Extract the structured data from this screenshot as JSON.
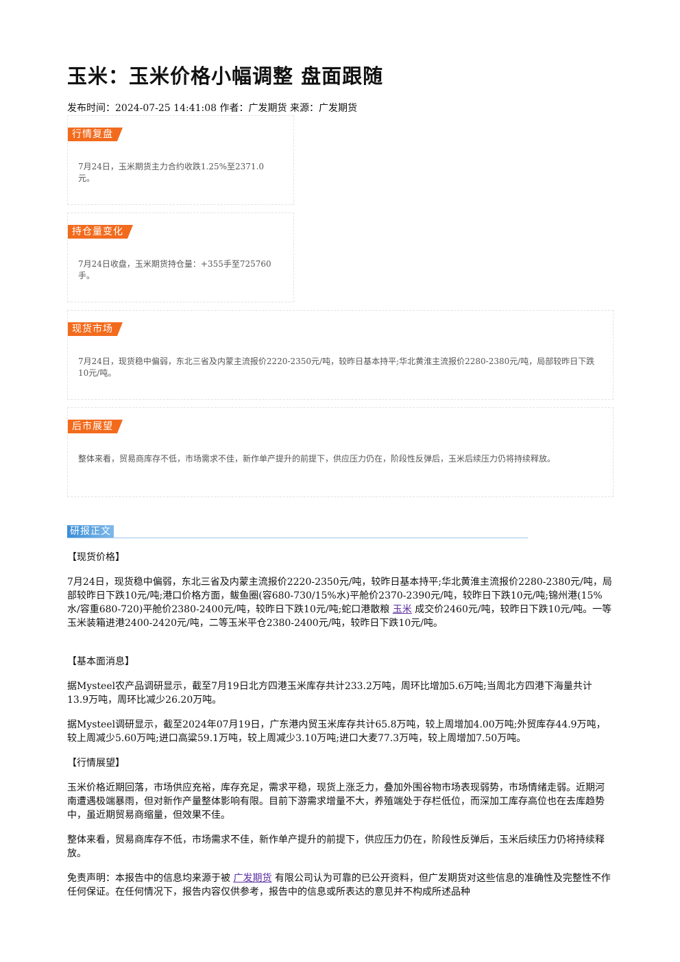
{
  "title": "玉米：玉米价格小幅调整 盘面跟随",
  "meta": "发布时间：2024-07-25 14:41:08 作者：广发期货 来源：广发期货",
  "summary_cards": [
    {
      "tag": "行情复盘",
      "text": "7月24日，玉米期货主力合约收跌1.25%至2371.0元。"
    },
    {
      "tag": "持仓量变化",
      "text": "7月24日收盘，玉米期货持仓量：+355手至725760手。"
    },
    {
      "tag": "现货市场",
      "text": "7月24日，现货稳中偏弱，东北三省及内蒙主流报价2220-2350元/吨，较昨日基本持平;华北黄淮主流报价2280-2380元/吨，局部较昨日下跌10元/吨。"
    },
    {
      "tag": "后市展望",
      "text": "整体来看，贸易商库存不低，市场需求不佳，新作单产提升的前提下，供应压力仍在，阶段性反弹后，玉米后续压力仍将持续释放。"
    }
  ],
  "report_label": "研报正文",
  "article": {
    "h_spot": "【现货价格】",
    "spot_a": "7月24日，现货稳中偏弱，东北三省及内蒙主流报价2220-2350元/吨，较昨日基本持平;华北黄淮主流报价2280-2380元/吨，局部较昨日下跌10元/吨;港口价格方面，鲅鱼圈(容680-730/15%水)平舱价2370-2390元/吨，较昨日下跌10元/吨;锦州港(15%水/容重680-720)平舱价2380-2400元/吨，较昨日下跌10元/吨;蛇口港散粮",
    "spot_link": "玉米",
    "spot_b": "成交价2460元/吨，较昨日下跌10元/吨。一等玉米装箱进港2400-2420元/吨，二等玉米平仓2380-2400元/吨，较昨日下跌10元/吨。",
    "h_fund": "【基本面消息】",
    "fund_1": "据Mysteel农产品调研显示，截至7月19日北方四港玉米库存共计233.2万吨，周环比增加5.6万吨;当周北方四港下海量共计13.9万吨，周环比减少26.20万吨。",
    "fund_2": "据Mysteel调研显示，截至2024年07月19日，广东港内贸玉米库存共计65.8万吨，较上周增加4.00万吨;外贸库存44.9万吨，较上周减少5.60万吨;进口高粱59.1万吨，较上周减少3.10万吨;进口大麦77.3万吨，较上周增加7.50万吨。",
    "h_outlook": "【行情展望】",
    "outlook_1": "玉米价格近期回落，市场供应充裕，库存充足，需求平稳，现货上涨乏力，叠加外围谷物市场表现弱势，市场情绪走弱。近期河南遭遇极端暴雨，但对新作产量整体影响有限。目前下游需求增量不大，养殖端处于存栏低位，而深加工库存高位也在去库趋势中，虽近期贸易商缩量，但效果不佳。",
    "outlook_2": "整体来看，贸易商库存不低，市场需求不佳，新作单产提升的前提下，供应压力仍在，阶段性反弹后，玉米后续压力仍将持续释放。",
    "disc_a": "免责声明：本报告中的信息均来源于被",
    "disc_link": "广发期货",
    "disc_b": "有限公司认为可靠的已公开资料，但广发期货对这些信息的准确性及完整性不作任何保证。在任何情况下，报告内容仅供参考，报告中的信息或所表达的意见并不构成所述品种"
  }
}
